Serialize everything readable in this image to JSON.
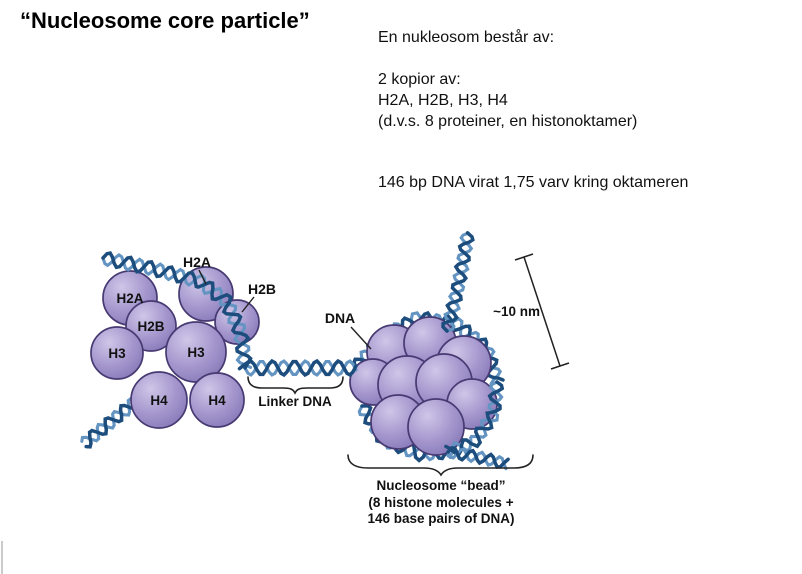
{
  "slide": {
    "title": "“Nucleosome core particle”",
    "info": {
      "intro": "En nukleosom består av:",
      "copies": "2 kopior av:",
      "histones": "H2A, H2B, H3, H4",
      "paren": "(d.v.s. 8 proteiner, en histonoktamer)",
      "dna": "146 bp DNA virat 1,75 varv kring oktameren"
    }
  },
  "diagram": {
    "labels": {
      "h2a_pointer": "H2A",
      "h2b_pointer": "H2B",
      "sphere_h2a": "H2A",
      "sphere_h2b": "H2B",
      "sphere_h3_left": "H3",
      "sphere_h3_center": "H3",
      "sphere_h4_left": "H4",
      "sphere_h4_right": "H4",
      "dna": "DNA",
      "linker_dna": "Linker DNA",
      "scale": "~10 nm",
      "caption_line1": "Nucleosome “bead”",
      "caption_line2": "(8 histone molecules +",
      "caption_line3": "146 base pairs of DNA)"
    },
    "colors": {
      "histone_light": "#cfc6e8",
      "histone_fill": "#a698ce",
      "histone_shade": "#8577b6",
      "histone_outline": "#473a72",
      "dna_dark": "#1c4d7d",
      "dna_light": "#6394c2",
      "label_ink": "#111111"
    }
  }
}
